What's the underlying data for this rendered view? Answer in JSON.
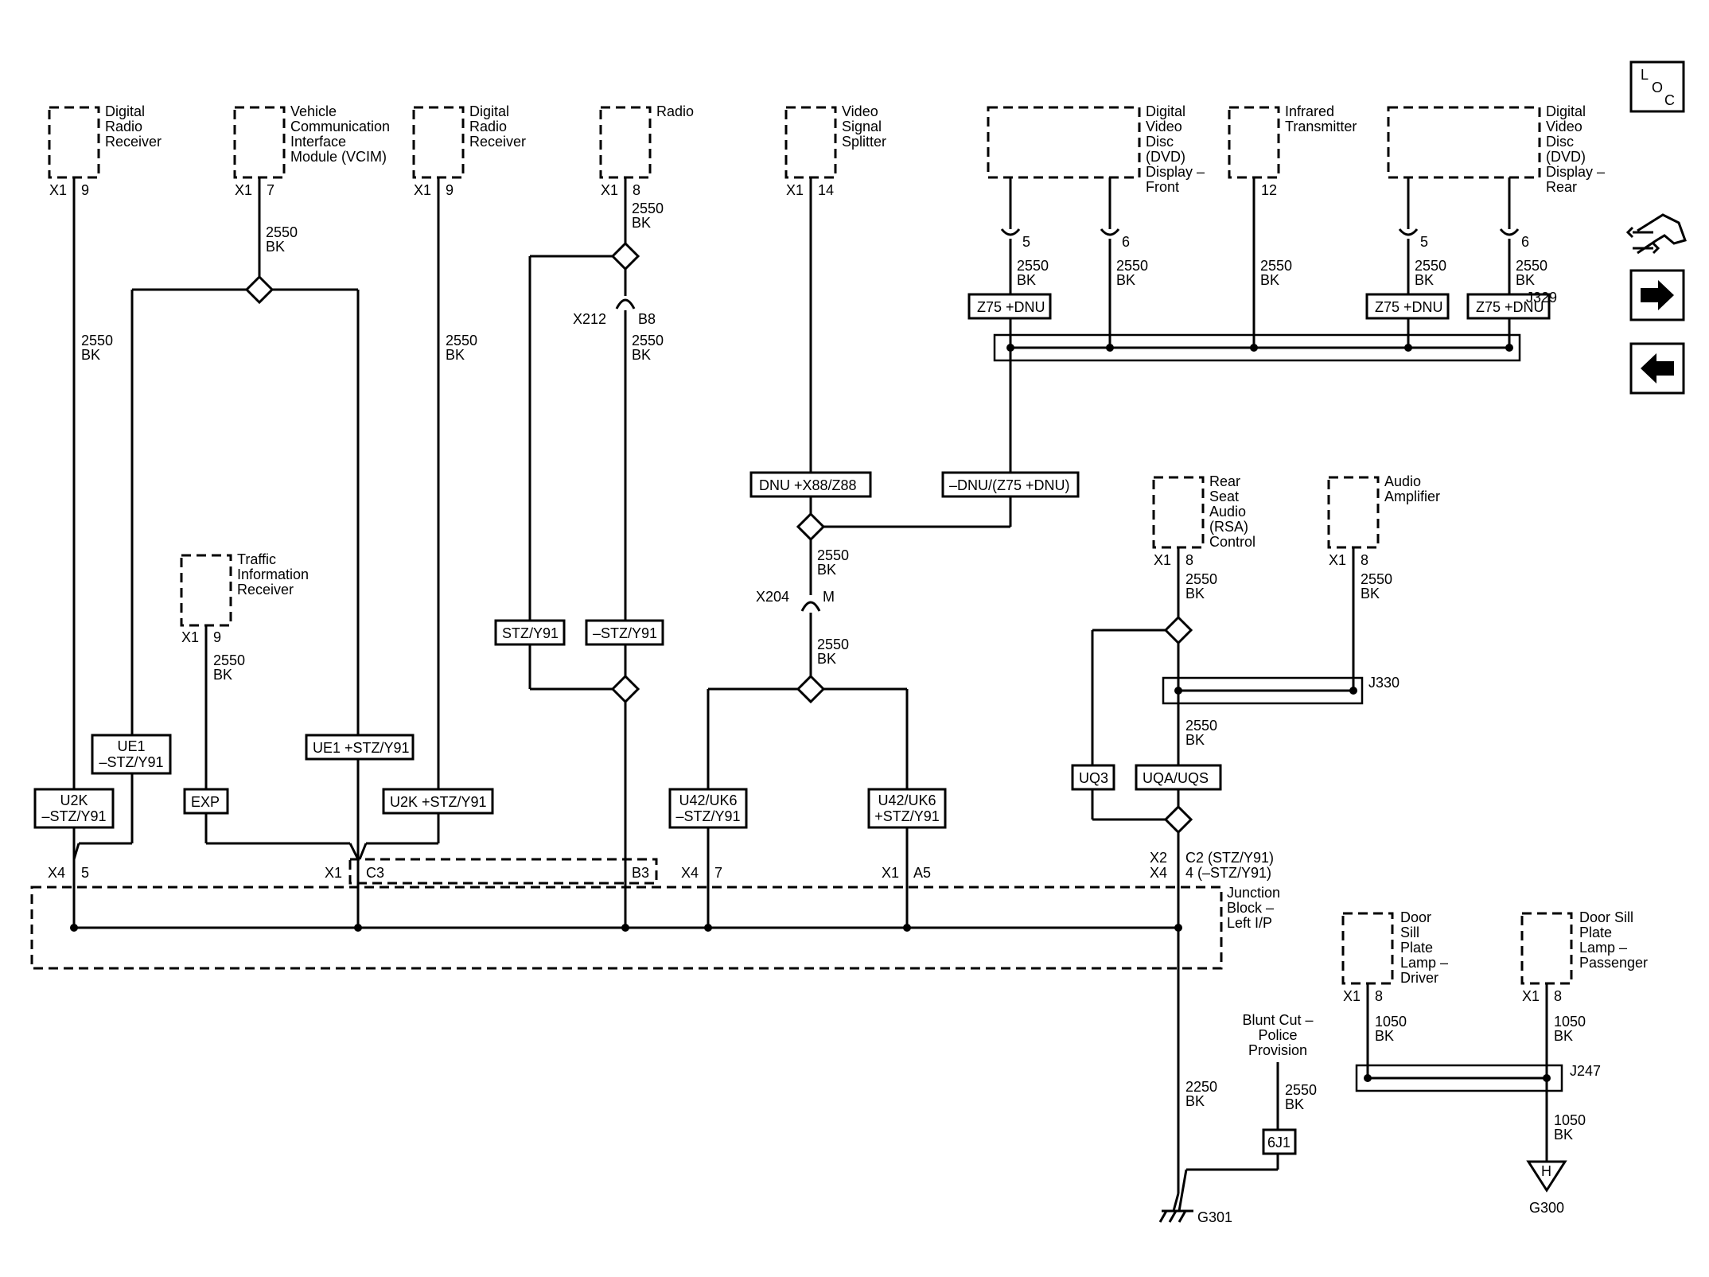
{
  "components": {
    "drr1": [
      "Digital",
      "Radio",
      "Receiver"
    ],
    "vcim": [
      "Vehicle",
      "Communication",
      "Interface",
      "Module (VCIM)"
    ],
    "drr2": [
      "Digital",
      "Radio",
      "Receiver"
    ],
    "radio": [
      "Radio"
    ],
    "vss": [
      "Video",
      "Signal",
      "Splitter"
    ],
    "dvd_front": [
      "Digital",
      "Video",
      "Disc",
      "(DVD)",
      "Display –",
      "Front"
    ],
    "ir": [
      "Infrared",
      "Transmitter"
    ],
    "dvd_rear": [
      "Digital",
      "Video",
      "Disc",
      "(DVD)",
      "Display –",
      "Rear"
    ],
    "tir": [
      "Traffic",
      "Information",
      "Receiver"
    ],
    "rsa": [
      "Rear",
      "Seat",
      "Audio",
      "(RSA)",
      "Control"
    ],
    "amp": [
      "Audio",
      "Amplifier"
    ],
    "jb": [
      "Junction",
      "Block –",
      "Left I/P"
    ],
    "dsd": [
      "Door",
      "Sill",
      "Plate",
      "Lamp –",
      "Driver"
    ],
    "dsp": [
      "Door Sill",
      "Plate",
      "Lamp –",
      "Passenger"
    ],
    "blunt": [
      "Blunt Cut –",
      "Police",
      "Provision"
    ]
  },
  "labels": {
    "x1": "X1",
    "x2": "X2",
    "x4": "X4",
    "p9": "9",
    "p7": "7",
    "p8": "8",
    "p14": "14",
    "p12": "12",
    "p5": "5",
    "p6": "6",
    "c3": "C3",
    "b3": "B3",
    "a5": "A5",
    "b8": "B8",
    "m": "M",
    "x212": "X212",
    "x204": "X204",
    "c2": "C2 (STZ/Y91)",
    "c2b": "4 (–STZ/Y91)",
    "w2550": "2550",
    "w2250": "2250",
    "w1050": "1050",
    "bk": "BK",
    "j329": "J329",
    "j330": "J330",
    "j247": "J247",
    "g301": "G301",
    "g300": "G300",
    "h": "H",
    "loc_l": "L",
    "loc_o": "O",
    "loc_c": "C"
  },
  "options": {
    "z75": "Z75 +DNU",
    "dnu_x88": "DNU +X88/Z88",
    "ndnu": "–DNU/(Z75 +DNU)",
    "stz": "STZ/Y91",
    "nstz": "–STZ/Y91",
    "ue1n": [
      "UE1",
      "–STZ/Y91"
    ],
    "ue1p": "UE1 +STZ/Y91",
    "u2kn": [
      "U2K",
      "–STZ/Y91"
    ],
    "u2kp": "U2K +STZ/Y91",
    "exp": "EXP",
    "u42n": [
      "U42/UK6",
      "–STZ/Y91"
    ],
    "u42p": [
      "U42/UK6",
      "+STZ/Y91"
    ],
    "uq3": "UQ3",
    "uqa": "UQA/UQS",
    "sixj1": "6J1"
  }
}
